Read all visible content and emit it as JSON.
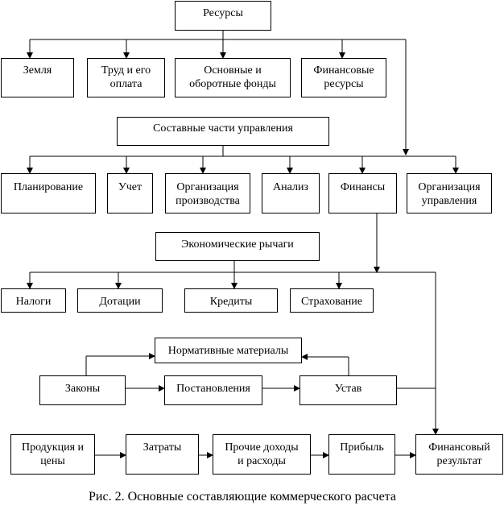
{
  "boxes": {
    "resources": "Ресурсы",
    "land": "Земля",
    "labor": "Труд и его\nоплата",
    "funds": "Основные и\nоборотные фонды",
    "fin_resources": "Финансовые\nресурсы",
    "mgmt_parts": "Составные части управления",
    "planning": "Планирование",
    "accounting": "Учет",
    "prod_org": "Организация\nпроизводства",
    "analysis": "Анализ",
    "finance": "Финансы",
    "mgmt_org": "Организация\nуправления",
    "econ_levers": "Экономические рычаги",
    "taxes": "Налоги",
    "subsidies": "Дотации",
    "credits": "Кредиты",
    "insurance": "Страхование",
    "normative": "Нормативные материалы",
    "laws": "Законы",
    "resolutions": "Постановления",
    "charter": "Устав",
    "products": "Продукция и\nцены",
    "costs": "Затраты",
    "other_income": "Прочие доходы\nи расходы",
    "profit": "Прибыль",
    "fin_result": "Финансовый\nрезультат"
  },
  "caption": "Рис. 2. Основные составляющие коммерческого расчета"
}
